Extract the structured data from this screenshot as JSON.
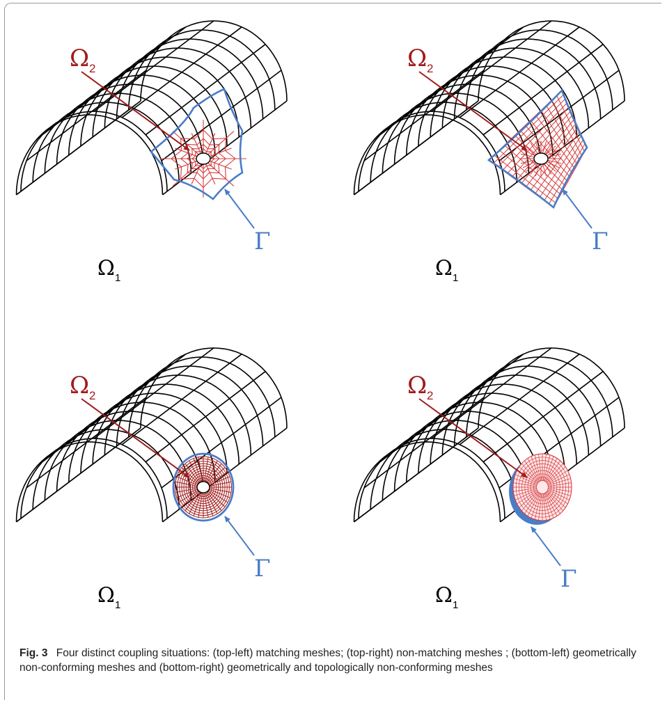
{
  "figure": {
    "fig_label": "Fig. 3",
    "caption_text": "Four distinct coupling situations: (top-left) matching meshes; (top-right) non-matching meshes ; (bottom-left) geometrically non-conforming meshes and (bottom-right) geometrically and topologically non-conforming meshes"
  },
  "panels": [
    {
      "id": "top-left",
      "omega1": "Ω",
      "omega1_sub": "1",
      "omega2": "Ω",
      "omega2_sub": "2",
      "gamma": "Γ",
      "inset": "star"
    },
    {
      "id": "top-right",
      "omega1": "Ω",
      "omega1_sub": "1",
      "omega2": "Ω",
      "omega2_sub": "2",
      "gamma": "Γ",
      "inset": "grid"
    },
    {
      "id": "bottom-left",
      "omega1": "Ω",
      "omega1_sub": "1",
      "omega2": "Ω",
      "omega2_sub": "2",
      "gamma": "Γ",
      "inset": "disc"
    },
    {
      "id": "bottom-right",
      "omega1": "Ω",
      "omega1_sub": "1",
      "omega2": "Ω",
      "omega2_sub": "2",
      "gamma": "Γ",
      "inset": "cylinder"
    }
  ],
  "colors": {
    "mesh": "#000000",
    "omega2": "#a01c1c",
    "gamma": "#4a7cc7",
    "inset_mesh": "#d63a3a",
    "disc_fill": "#fde8ea"
  }
}
